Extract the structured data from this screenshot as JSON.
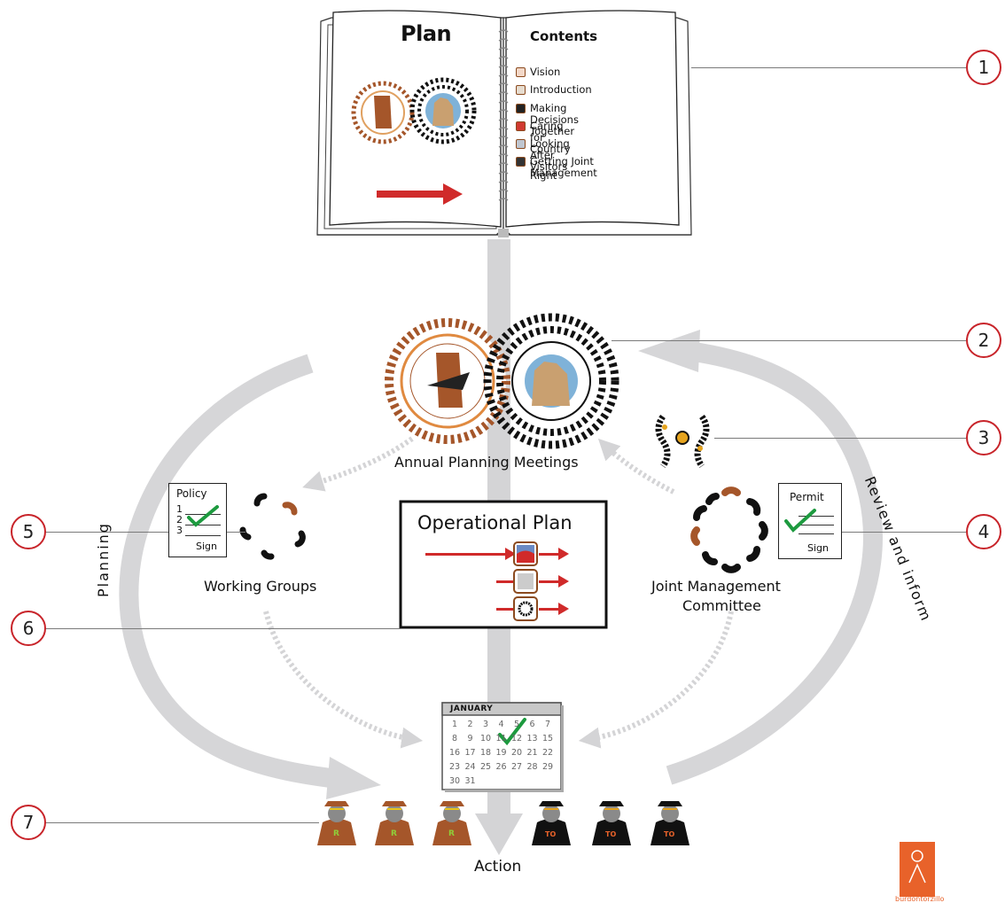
{
  "book": {
    "left_title": "Plan",
    "right_title": "Contents",
    "contents": [
      {
        "label": "Vision",
        "icon": "vision-icon"
      },
      {
        "label": "Introduction",
        "icon": "introduction-icon"
      },
      {
        "label": "Making Decisions Together",
        "icon": "decisions-icon"
      },
      {
        "label": "Caring for Country",
        "icon": "country-icon"
      },
      {
        "label": "Looking After Visitors",
        "icon": "visitors-icon"
      },
      {
        "label": "Getting Joint Management",
        "label2": "Right",
        "icon": "joint-management-icon"
      }
    ]
  },
  "nodes": {
    "annual": "Annual Planning Meetings",
    "operational_plan": "Operational Plan",
    "working_groups": "Working Groups",
    "jmc_line1": "Joint Management",
    "jmc_line2": "Committee",
    "action": "Action"
  },
  "arrows": {
    "left_label": "Planning",
    "right_label": "Review and inform"
  },
  "documents": {
    "policy": {
      "title": "Policy",
      "items": [
        "1",
        "2",
        "3"
      ],
      "sign": "Sign"
    },
    "permit": {
      "title": "Permit",
      "sign": "Sign"
    }
  },
  "calendar": {
    "month": "JANUARY",
    "days": [
      "1",
      "2",
      "3",
      "4",
      "5",
      "6",
      "7",
      "8",
      "9",
      "10",
      "11",
      "12",
      "13",
      "15",
      "16",
      "17",
      "18",
      "19",
      "20",
      "21",
      "22",
      "23",
      "24",
      "25",
      "26",
      "27",
      "28",
      "29",
      "30",
      "31"
    ]
  },
  "people": {
    "ranger_badge": "R",
    "owner_badge": "TO"
  },
  "callouts": [
    "1",
    "2",
    "3",
    "4",
    "5",
    "6",
    "7"
  ],
  "brand": {
    "name": "burdontorzillo"
  },
  "colors": {
    "accent_red": "#c8242a",
    "brown": "#a5562a",
    "grey_arrow": "#d4d4d6",
    "check_green": "#1d9a3f"
  }
}
